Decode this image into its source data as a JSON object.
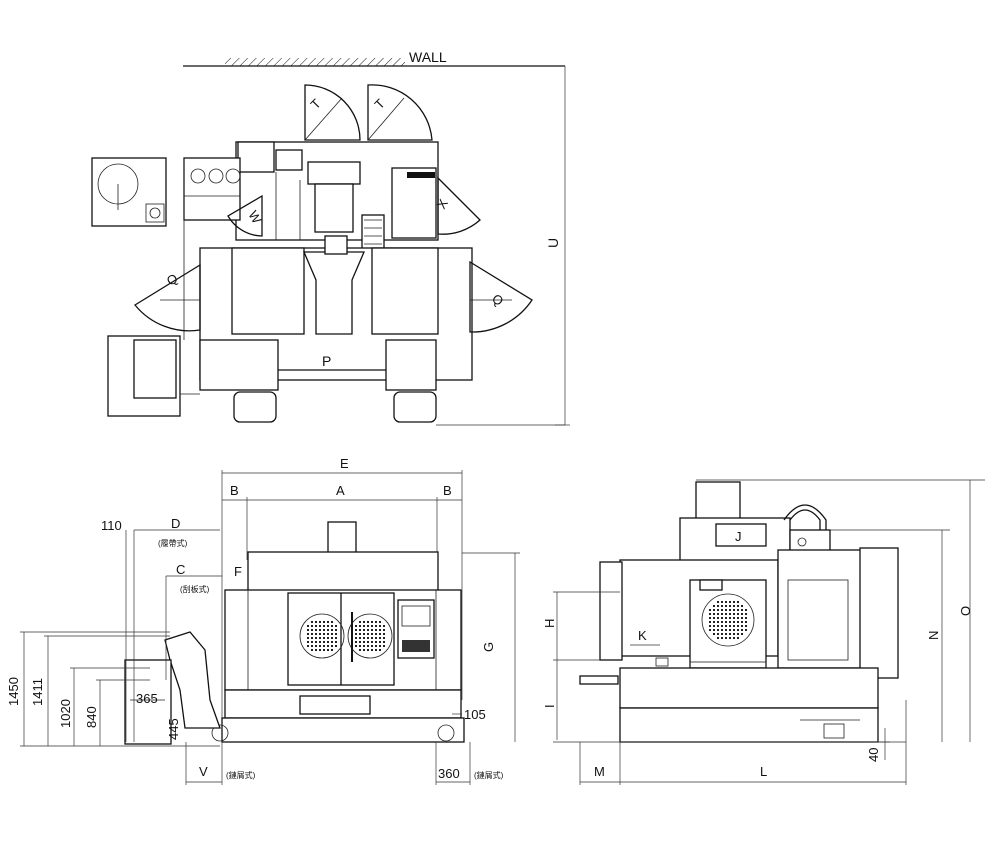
{
  "top_view": {
    "wall": "WALL",
    "labels": {
      "T1": "T",
      "T2": "T",
      "W": "W",
      "X": "X",
      "Q1": "Q",
      "Q2": "Q",
      "P": "P",
      "U": "U"
    }
  },
  "front_view": {
    "labels": {
      "E": "E",
      "A": "A",
      "B_left": "B",
      "B_right": "B",
      "F": "F",
      "G": "G",
      "D": "D",
      "C": "C",
      "V": "V"
    },
    "notes": {
      "d_note": "(履帶式)",
      "c_note": "(刮板式)",
      "v_note": "(鏈屑式)",
      "r_note": "(鏈屑式)"
    },
    "dims": {
      "d110": "110",
      "d105": "105",
      "d360": "360",
      "d365": "365",
      "d445": "445",
      "d1450": "1450",
      "d1411": "1411",
      "d1020": "1020",
      "d840": "840"
    }
  },
  "side_view": {
    "labels": {
      "J": "J",
      "K": "K",
      "H": "H",
      "I": "I",
      "N": "N",
      "O": "O",
      "M": "M",
      "L": "L"
    },
    "dims": {
      "d40": "40"
    }
  }
}
